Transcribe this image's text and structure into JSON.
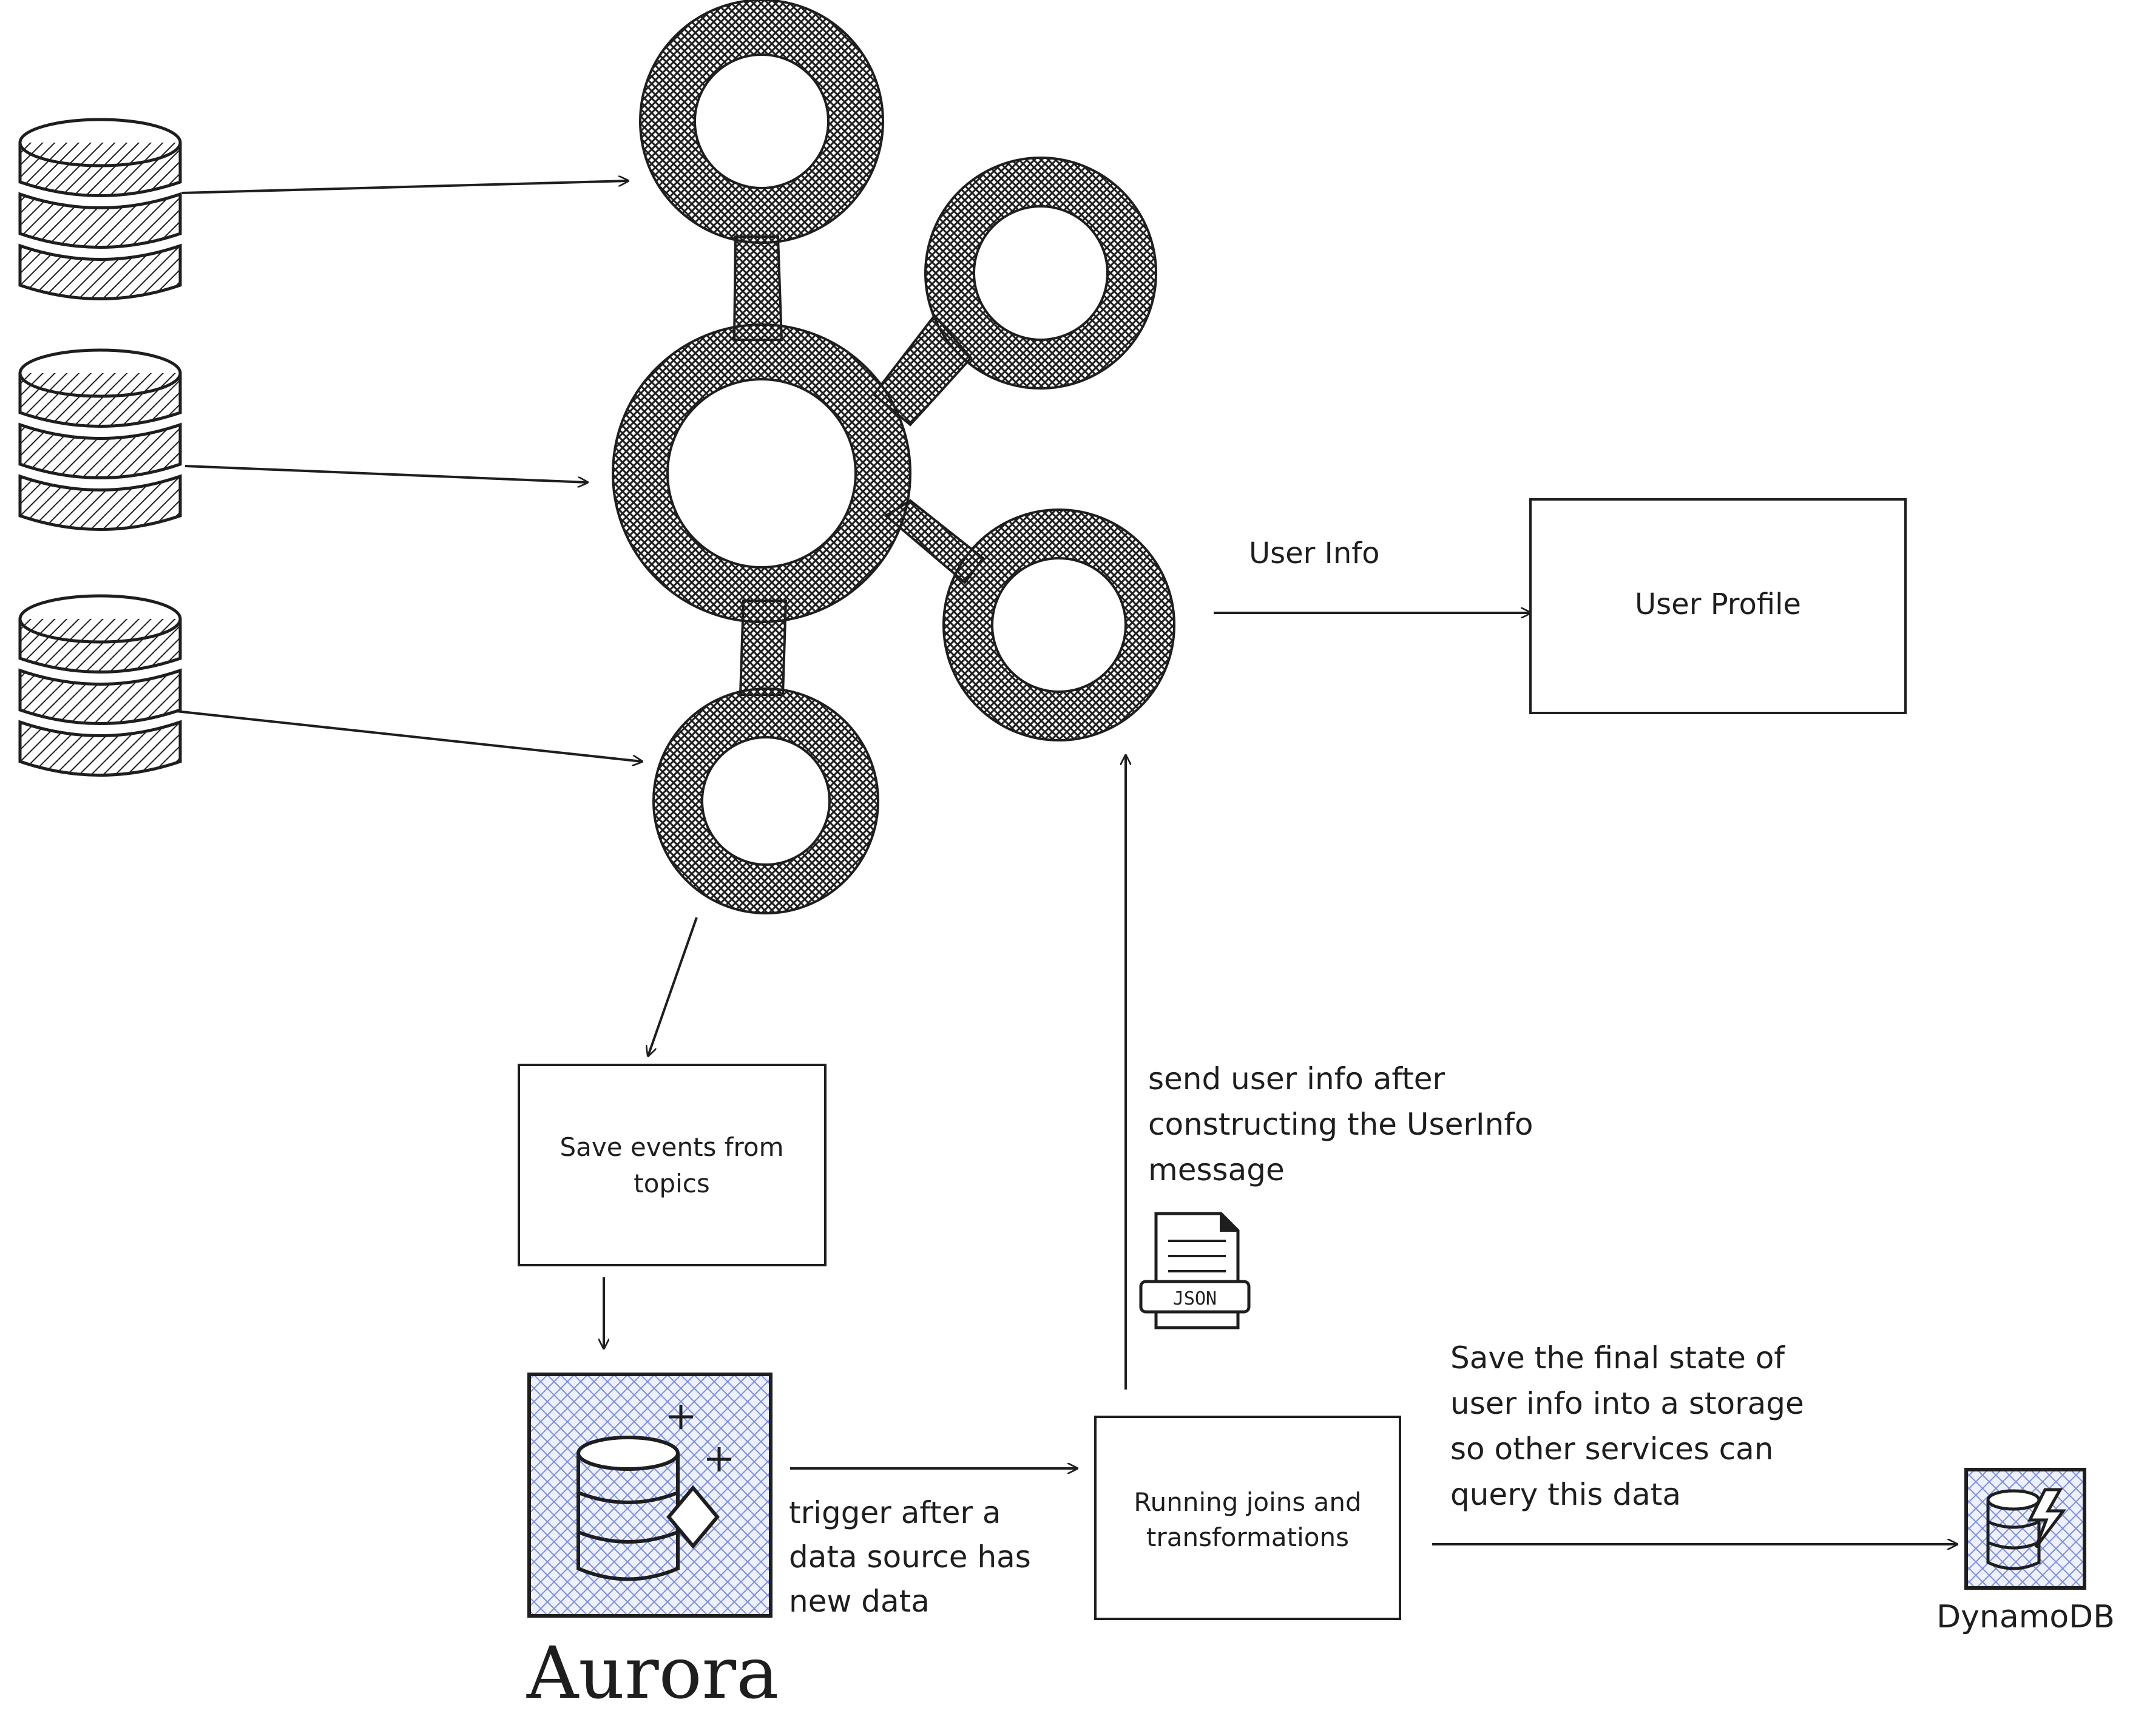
{
  "diagram": {
    "nodes": {
      "user_profile": "User Profile",
      "save_events": [
        "Save events from",
        "topics"
      ],
      "running_joins": [
        "Running joins and",
        "transformations"
      ],
      "aurora_label": "Aurora",
      "dynamodb_label": "DynamoDB",
      "json_tag": "JSON"
    },
    "edge_labels": {
      "user_info": "User Info",
      "send_user_info": [
        "send user info after",
        "constructing the UserInfo",
        "message"
      ],
      "trigger": [
        "trigger after a",
        "data source has",
        "new data"
      ],
      "save_final": [
        "Save the final state of",
        "user info into a storage",
        "so other services can",
        "query this data"
      ]
    },
    "colors": {
      "stroke": "#1e1e1e",
      "hatch_fill": "#c9d3f7",
      "hatch_line": "#5b73d8"
    },
    "icons": [
      "database-icon",
      "kafka-cluster-icon",
      "aurora-db-icon",
      "dynamodb-icon",
      "json-document-icon"
    ]
  }
}
